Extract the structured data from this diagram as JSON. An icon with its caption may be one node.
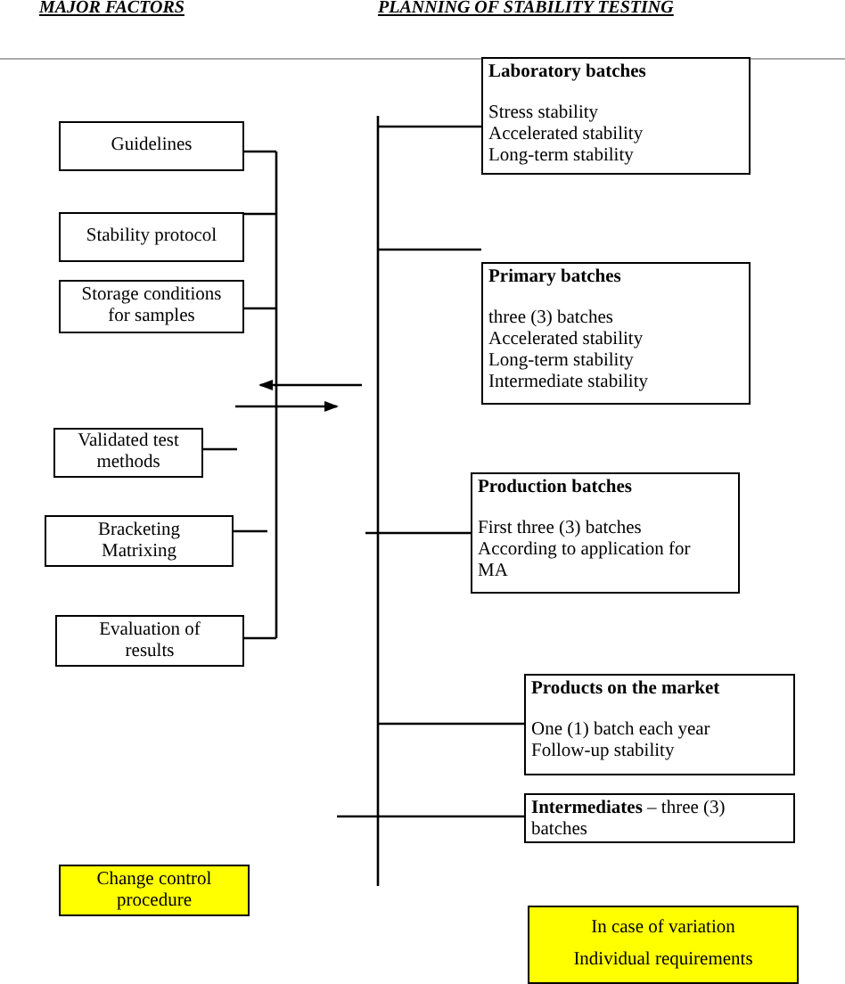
{
  "diagram": {
    "nodes": [
      {
        "text": [
          "Guidelines"
        ]
      },
      {
        "text": [
          "Stability protocol"
        ]
      },
      {
        "text": [
          "Storage conditions for samples"
        ]
      },
      {
        "text": [
          "Validated test methods"
        ]
      },
      {
        "text": [
          "Bracketing Matrixing"
        ]
      },
      {
        "text": [
          "Evaluation of results"
        ]
      },
      {
        "text": [
          "Change control procedure"
        ]
      },
      {
        "text": [
          "Laboratory batches",
          "Stress stability",
          "Accelerated stability",
          "Long-term stability"
        ]
      },
      {
        "text": [
          "Primary batches",
          "three (3) batches",
          "Accelerated stability",
          "Long-term stability",
          "Intermediate stability"
        ]
      },
      {
        "text": [
          "Production batches",
          "First three (3) batches",
          "According to application for MA"
        ]
      },
      {
        "text": [
          "Products on the market",
          "One (1) batch each year",
          "Follow-up stability"
        ]
      },
      {
        "text": [
          "**Intermediates** – three (3) batches"
        ]
      },
      {
        "text": [
          "In case of variation",
          "Individual requirements"
        ]
      }
    ],
    "edges": [
      {
        "from": 0,
        "to": null,
        "arrow": "none"
      },
      {
        "from": 1,
        "to": null,
        "arrow": "none"
      },
      {
        "from": 2,
        "to": null,
        "arrow": "none"
      },
      {
        "from": 3,
        "to": null,
        "arrow": "none"
      },
      {
        "from": 4,
        "to": null,
        "arrow": "none"
      },
      {
        "from": 5,
        "to": null,
        "arrow": "none"
      },
      {
        "from": 7,
        "to": null,
        "arrow": "none"
      },
      {
        "from": 8,
        "to": null,
        "arrow": "none"
      },
      {
        "from": 9,
        "to": null,
        "arrow": "none"
      },
      {
        "from": 10,
        "to": null,
        "arrow": "none"
      },
      {
        "from": 11,
        "to": null,
        "arrow": "none"
      }
    ],
    "labels": [
      "MAJOR FACTORS",
      "PLANNING OF STABILITY TESTING"
    ]
  }
}
